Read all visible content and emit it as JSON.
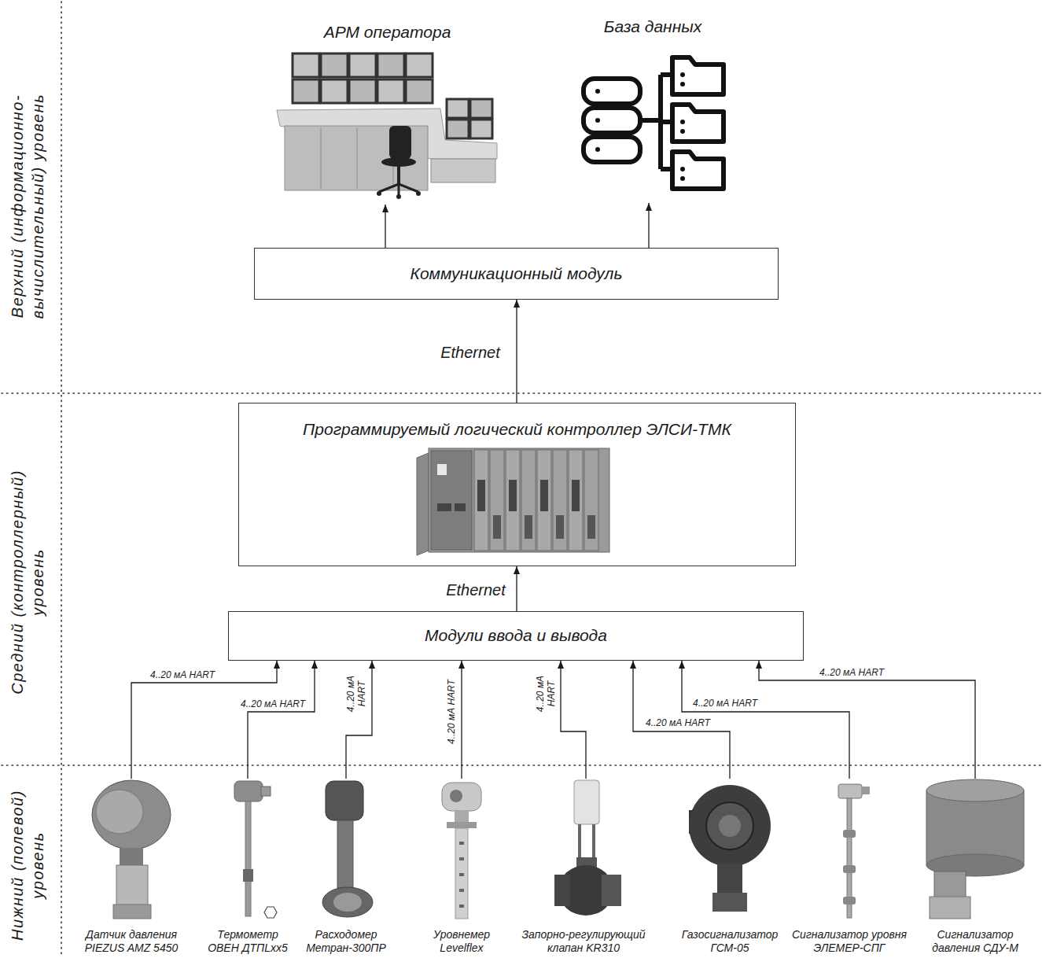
{
  "diagram": {
    "nodes": [
      {
        "text": [
          "АРМ оператора"
        ]
      },
      {
        "text": [
          "База данных"
        ]
      },
      {
        "text": [
          "Коммуникационный модуль"
        ]
      },
      {
        "text": [
          "Программируемый логический контроллер ЭЛСИ-ТМК"
        ]
      },
      {
        "text": [
          "Модули ввода и вывода"
        ]
      },
      {
        "text": [
          "Датчик давления PIEZUS AMZ 5450"
        ]
      },
      {
        "text": [
          "Термометр ОВЕН ДТПLxx5"
        ]
      },
      {
        "text": [
          "Расходомер Метран-300ПР"
        ]
      },
      {
        "text": [
          "Уровнемер Levelflex"
        ]
      },
      {
        "text": [
          "Запорно-регулирующий клапан KR310"
        ]
      },
      {
        "text": [
          "Газосигнализатор ГСМ-05"
        ]
      },
      {
        "text": [
          "Сигнализатор уровня ЭЛЕМЕР-СПГ"
        ]
      },
      {
        "text": [
          "Сигнализатор давления СДУ-М"
        ]
      }
    ],
    "edges": [
      {
        "from": 2,
        "to": 0,
        "arrow": "to"
      },
      {
        "from": 2,
        "to": 1,
        "arrow": "to"
      },
      {
        "from": 3,
        "to": 2,
        "label": "Ethernet",
        "arrow": "to"
      },
      {
        "from": 4,
        "to": 3,
        "label": "Ethernet",
        "arrow": "to"
      },
      {
        "from": 5,
        "to": 4,
        "label": "4..20 мА HART",
        "arrow": "to"
      },
      {
        "from": 6,
        "to": 4,
        "label": "4..20 мА HART",
        "arrow": "to"
      },
      {
        "from": 7,
        "to": 4,
        "label": "4..20 мА HART",
        "arrow": "to"
      },
      {
        "from": 8,
        "to": 4,
        "label": "4..20 мА HART",
        "arrow": "to"
      },
      {
        "from": 9,
        "to": 4,
        "label": "4..20 мА HART",
        "arrow": "to"
      },
      {
        "from": 10,
        "to": 4,
        "label": "4..20 мА HART",
        "arrow": "to"
      },
      {
        "from": 11,
        "to": 4,
        "label": "4..20 мА HART",
        "arrow": "to"
      },
      {
        "from": 12,
        "to": 4,
        "label": "4..20 мА HART",
        "arrow": "to"
      }
    ],
    "labels": [
      "Верхний (информационно-вычислительный) уровень",
      "Средний (контроллерный) уровень",
      "Нижний (полевой) уровень"
    ]
  }
}
